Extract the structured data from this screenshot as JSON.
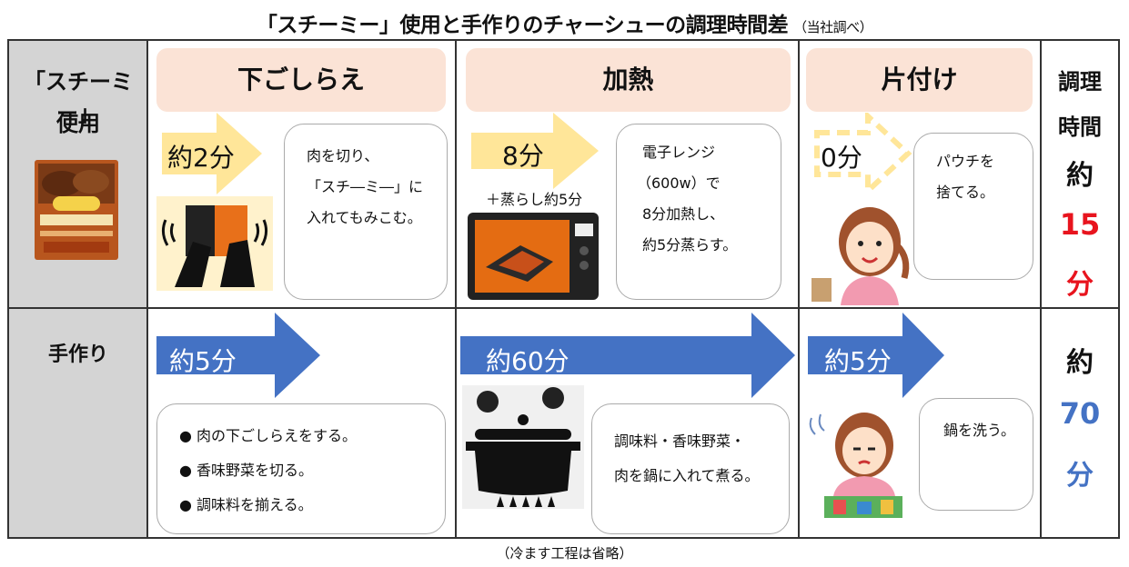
{
  "title": "「スチーミー」使用と手作りのチャーシューの調理時間差",
  "title_note": "（当社調べ）",
  "footnote": "（冷ます工程は省略）",
  "rows": {
    "steamy": {
      "label_line1": "「スチーミー」",
      "label_line2": "使用"
    },
    "handmade": {
      "label": "手作り"
    }
  },
  "phases": [
    "下ごしらえ",
    "加熱",
    "片付け"
  ],
  "steamy_steps": [
    {
      "time": "約2分",
      "note_lines": [
        "肉を切り、",
        "「スチ―ミ―」に",
        "入れてもみこむ。"
      ]
    },
    {
      "time": "8分",
      "sub": "＋蒸らし約5分",
      "note_lines": [
        "電子レンジ",
        "（600w）で",
        "8分加熱し、",
        "約5分蒸らす。"
      ]
    },
    {
      "time": "0分",
      "note_lines": [
        "パウチを",
        "捨てる。"
      ]
    }
  ],
  "handmade_steps": [
    {
      "time": "約5分",
      "note_lines": [
        "● 肉の下ごしらえをする。",
        "● 香味野菜を切る。",
        "● 調味料を揃える。"
      ]
    },
    {
      "time": "約60分",
      "note_lines": [
        "調味料・香味野菜・",
        "肉を鍋に入れて煮る。"
      ]
    },
    {
      "time": "約5分",
      "note_lines": [
        "鍋を洗う。"
      ]
    }
  ],
  "total_header": [
    "調理",
    "時間"
  ],
  "totals": {
    "steamy": {
      "prefix": "約",
      "value": "15",
      "unit": "分",
      "color": "#e8141e"
    },
    "handmade": {
      "prefix": "約",
      "value": "70",
      "unit": "分",
      "color": "#4472c4"
    }
  },
  "colors": {
    "phase_bg": "#fbe3d6",
    "yellow_arrow": "#ffe699",
    "blue_arrow": "#4472c4",
    "row_header": "#d4d4d4"
  }
}
